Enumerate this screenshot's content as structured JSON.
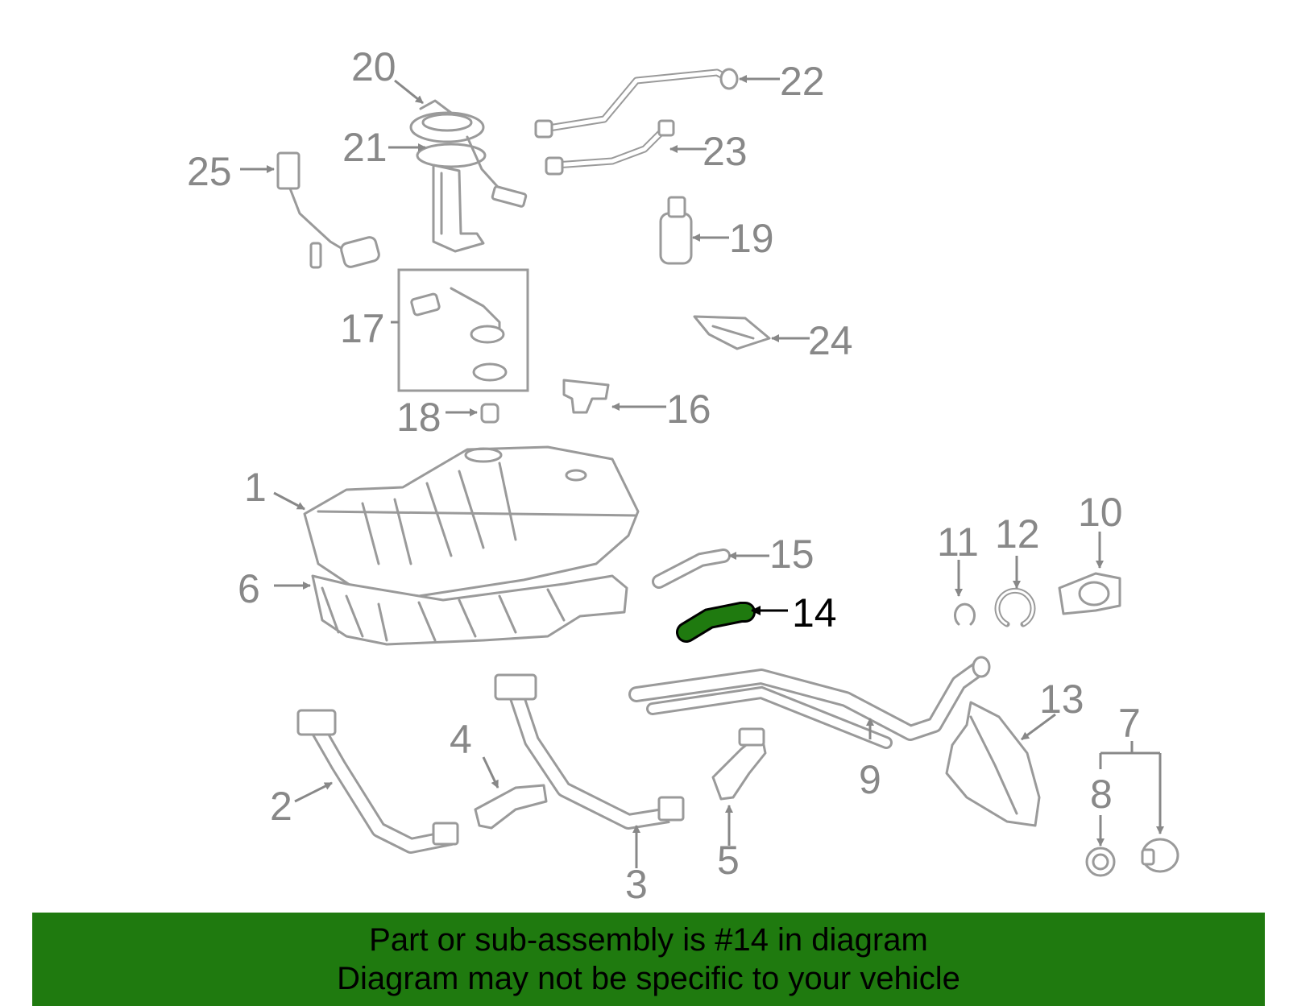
{
  "diagram": {
    "callouts": [
      {
        "id": "c1",
        "label": "1"
      },
      {
        "id": "c2",
        "label": "2"
      },
      {
        "id": "c3",
        "label": "3"
      },
      {
        "id": "c4",
        "label": "4"
      },
      {
        "id": "c5",
        "label": "5"
      },
      {
        "id": "c6",
        "label": "6"
      },
      {
        "id": "c7",
        "label": "7"
      },
      {
        "id": "c8",
        "label": "8"
      },
      {
        "id": "c9",
        "label": "9"
      },
      {
        "id": "c10",
        "label": "10"
      },
      {
        "id": "c11",
        "label": "11"
      },
      {
        "id": "c12",
        "label": "12"
      },
      {
        "id": "c13",
        "label": "13"
      },
      {
        "id": "c14",
        "label": "14"
      },
      {
        "id": "c15",
        "label": "15"
      },
      {
        "id": "c16",
        "label": "16"
      },
      {
        "id": "c17",
        "label": "17"
      },
      {
        "id": "c18",
        "label": "18"
      },
      {
        "id": "c19",
        "label": "19"
      },
      {
        "id": "c20",
        "label": "20"
      },
      {
        "id": "c21",
        "label": "21"
      },
      {
        "id": "c22",
        "label": "22"
      },
      {
        "id": "c23",
        "label": "23"
      },
      {
        "id": "c24",
        "label": "24"
      },
      {
        "id": "c25",
        "label": "25"
      }
    ],
    "highlighted_part": "14",
    "colors": {
      "part_stroke": "#9a9a9a",
      "callout_text": "#888888",
      "highlight_part": "#1f7a0f",
      "highlight_text": "#000000",
      "banner_background": "#1f7a0f"
    }
  },
  "banner": {
    "line1": "Part or sub-assembly is #14 in diagram",
    "line2": "Diagram may not be specific to your vehicle"
  }
}
